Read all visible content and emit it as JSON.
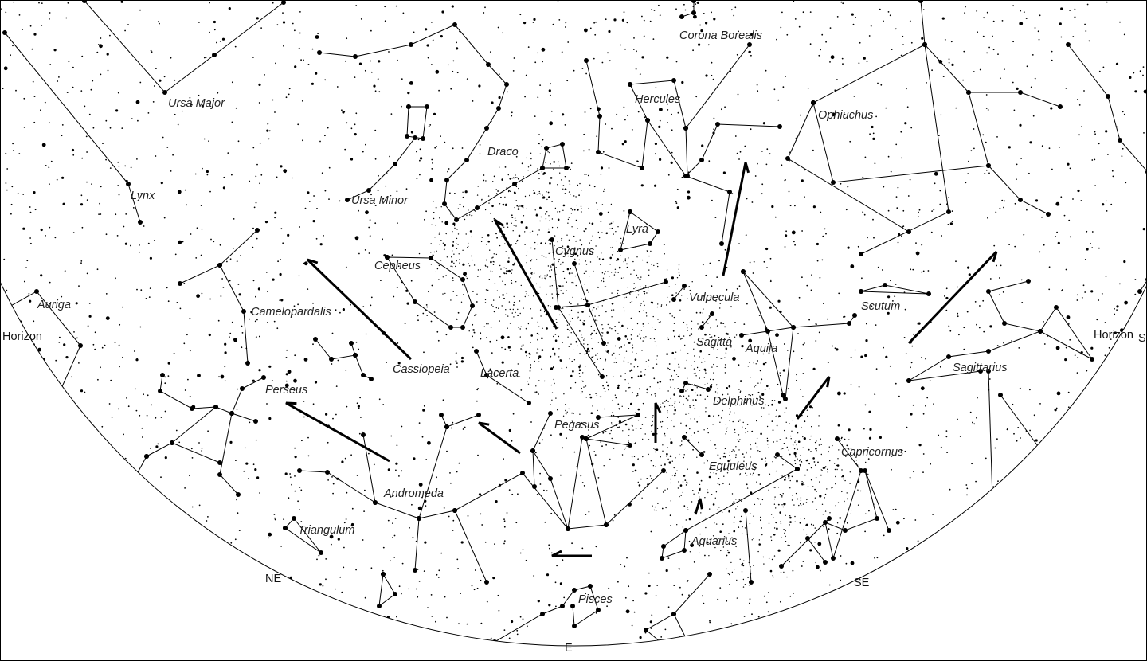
{
  "constellations": [
    {
      "name": "Ursa Major"
    },
    {
      "name": "Lynx"
    },
    {
      "name": "Auriga"
    },
    {
      "name": "Camelopardalis"
    },
    {
      "name": "Cepheus"
    },
    {
      "name": "Cassiopeia"
    },
    {
      "name": "Perseus"
    },
    {
      "name": "Lacerta"
    },
    {
      "name": "Andromeda"
    },
    {
      "name": "Triangulum"
    },
    {
      "name": "Ursa Minor"
    },
    {
      "name": "Draco"
    },
    {
      "name": "Cygnus"
    },
    {
      "name": "Lyra"
    },
    {
      "name": "Hercules"
    },
    {
      "name": "Corona Borealis"
    },
    {
      "name": "Ophiuchus"
    },
    {
      "name": "Vulpecula"
    },
    {
      "name": "Sagitta"
    },
    {
      "name": "Aquila"
    },
    {
      "name": "Delphinus"
    },
    {
      "name": "Pegasus"
    },
    {
      "name": "Equuleus"
    },
    {
      "name": "Aquarius"
    },
    {
      "name": "Pisces"
    },
    {
      "name": "Capricornus"
    },
    {
      "name": "Sagittarius"
    },
    {
      "name": "Scutum"
    }
  ],
  "horizon": {
    "left_label": "Horizon",
    "right_label": "Horizon"
  },
  "directions": {
    "ne": "NE",
    "e": "E",
    "se": "SE",
    "s": "S"
  }
}
